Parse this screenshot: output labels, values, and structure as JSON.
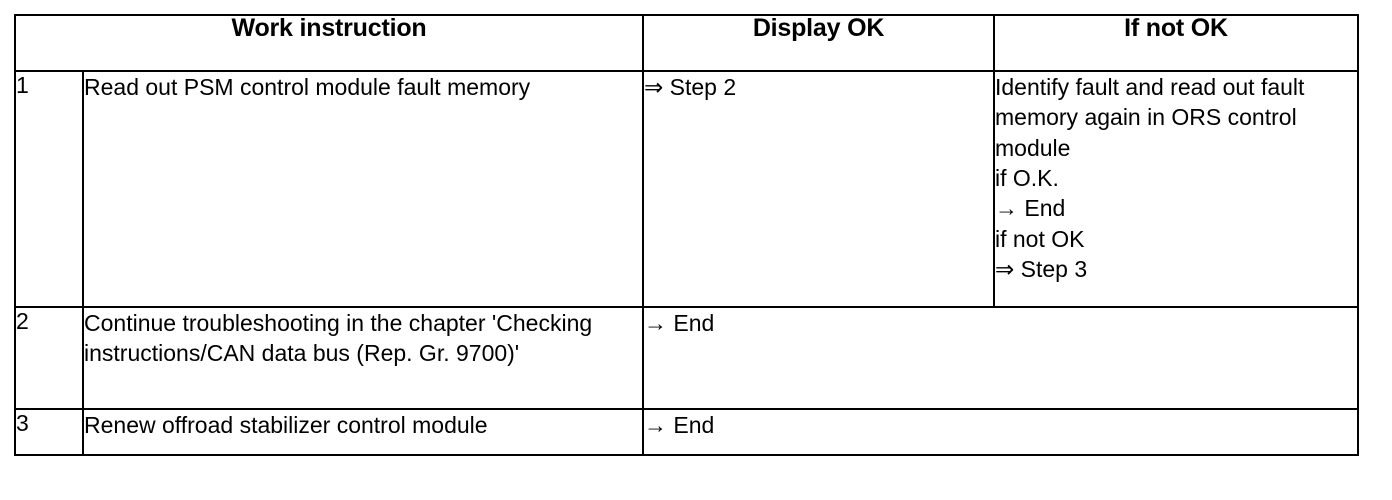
{
  "table": {
    "columns": [
      {
        "key": "step",
        "label": ""
      },
      {
        "key": "work_instruction",
        "label": "Work instruction"
      },
      {
        "key": "display_ok",
        "label": "Display OK"
      },
      {
        "key": "if_not_ok",
        "label": "If not OK"
      }
    ],
    "rows": [
      {
        "step": "1",
        "work_instruction": "Read out PSM control module fault memory",
        "display_ok": "⇒ Step 2",
        "if_not_ok_lines": [
          "Identify fault and read out fault memory again in ORS control module",
          "if O.K.",
          "→ End",
          "if not OK",
          "⇒ Step 3"
        ]
      },
      {
        "step": "2",
        "work_instruction": "Continue troubleshooting in the chapter 'Checking instructions/CAN data bus (Rep. Gr. 9700)'",
        "display_ok": "→ End",
        "if_not_ok_lines": []
      },
      {
        "step": "3",
        "work_instruction": "Renew offroad stabilizer control module",
        "display_ok": "→ End",
        "if_not_ok_lines": []
      }
    ]
  },
  "glyphs": {
    "double_arrow": "⇒",
    "single_arrow": "→"
  },
  "colors": {
    "text": "#000000",
    "border": "#000000",
    "background": "#ffffff"
  }
}
